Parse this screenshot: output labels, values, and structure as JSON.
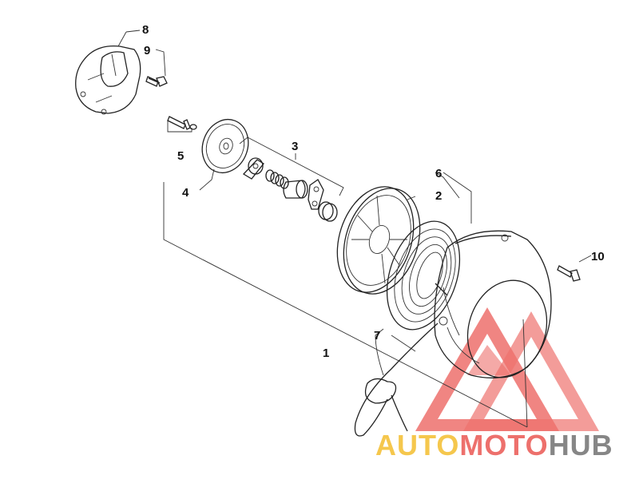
{
  "callouts": {
    "c1": "1",
    "c2": "2",
    "c3": "3",
    "c4": "4",
    "c5": "5",
    "c6": "6",
    "c7": "7",
    "c8": "8",
    "c9": "9",
    "c10": "10"
  },
  "watermark": {
    "part1": "AUTO",
    "part2": "MOTO",
    "part3": "HUB",
    "color_red": "#e8413c",
    "color_yellow": "#f5c13a",
    "color_gray": "#7a7a7a"
  }
}
